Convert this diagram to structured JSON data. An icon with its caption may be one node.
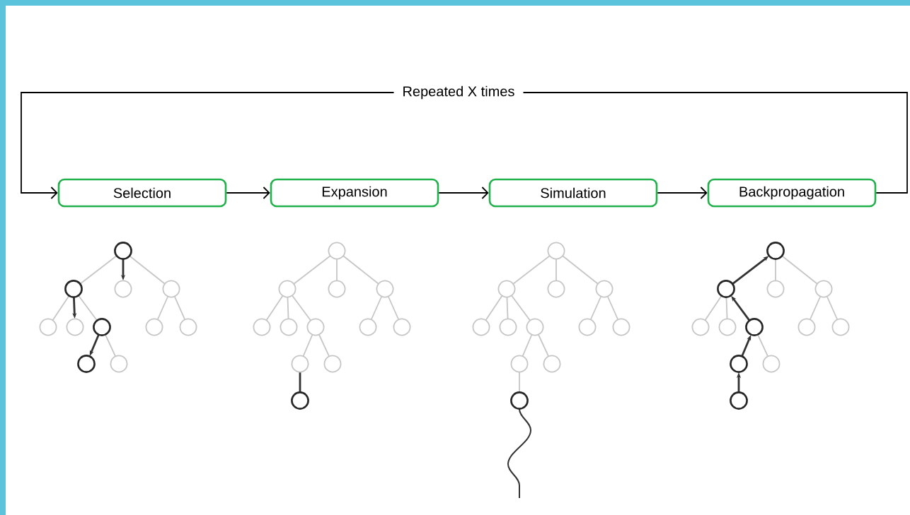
{
  "diagram": {
    "nodes": [
      {
        "text": [
          "Selection"
        ]
      },
      {
        "text": [
          "Expansion"
        ]
      },
      {
        "text": [
          "Simulation"
        ]
      },
      {
        "text": [
          "Backpropagation"
        ]
      }
    ],
    "edges": [
      {
        "from": 0,
        "to": 1,
        "arrow": "to"
      },
      {
        "from": 1,
        "to": 2,
        "arrow": "to"
      },
      {
        "from": 2,
        "to": 3,
        "arrow": "to"
      },
      {
        "from": 3,
        "to": 0,
        "arrow": "to",
        "label": "Repeated X times"
      }
    ]
  }
}
